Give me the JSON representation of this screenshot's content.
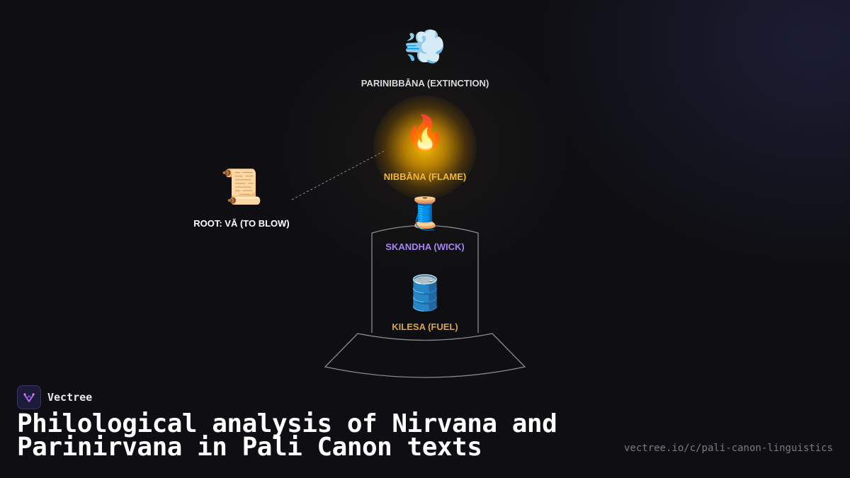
{
  "colors": {
    "background": "#0f0f13",
    "extinction_label": "#d8d8de",
    "flame_label": "#f5b82a",
    "wick_label": "#a883f0",
    "fuel_label": "#d9a441",
    "root_label": "#ffffff",
    "vessel_outline": "#8a8a90"
  },
  "diagram": {
    "nodes": {
      "extinction": {
        "icon": "wind-icon",
        "glyph": "💨",
        "label": "PARINIBBĀNA (EXTINCTION)"
      },
      "flame": {
        "icon": "fire-icon",
        "glyph": "🔥",
        "label": "NIBBĀNA (FLAME)"
      },
      "wick": {
        "icon": "thread-spool-icon",
        "glyph": "🧵",
        "label": "SKANDHA (WICK)"
      },
      "fuel": {
        "icon": "oil-drum-icon",
        "glyph": "🛢️",
        "label": "KILESA (FUEL)"
      },
      "root": {
        "icon": "scroll-icon",
        "glyph": "📜",
        "label": "ROOT: VĀ (TO BLOW)"
      }
    }
  },
  "footer": {
    "brand": "Vectree",
    "brand_icon": "vectree-logo-icon",
    "title_line1": "Philological analysis of Nirvana and",
    "title_line2": "Parinirvana in Pali Canon texts",
    "url": "vectree.io/c/pali-canon-linguistics"
  }
}
